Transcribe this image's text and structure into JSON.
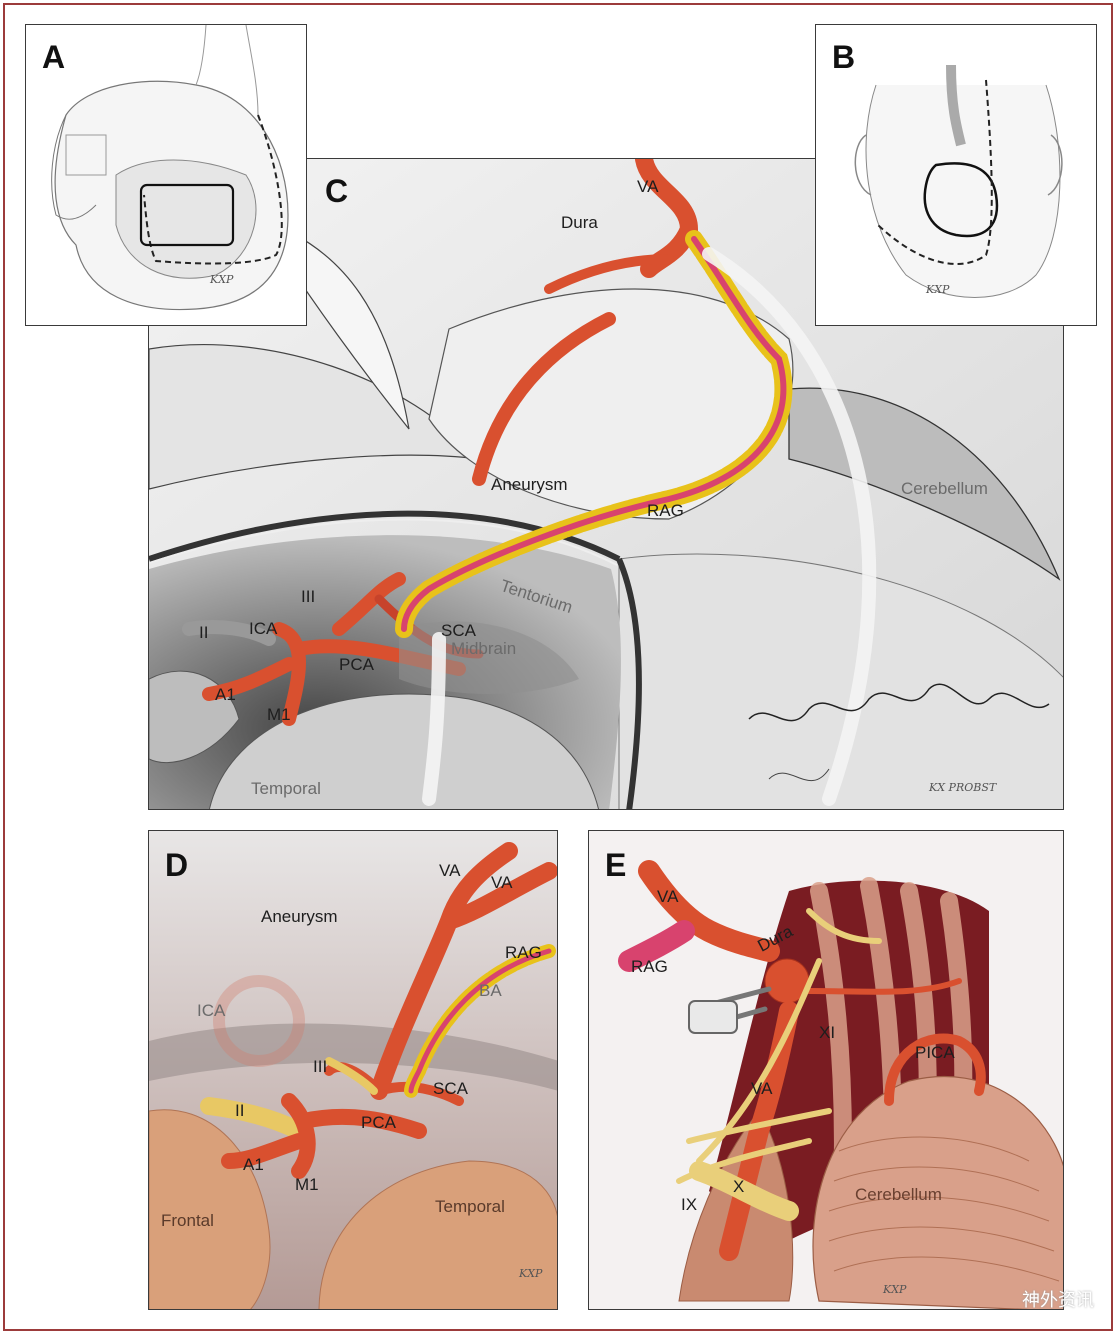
{
  "panels": {
    "a": {
      "letter": "A",
      "signature": "KXP"
    },
    "b": {
      "letter": "B",
      "signature": "KXP"
    },
    "c": {
      "letter": "C",
      "labels": {
        "va": "VA",
        "dura": "Dura",
        "aneurysm": "Aneurysm",
        "rag": "RAG",
        "cerebellum": "Cerebellum",
        "tentorium": "Tentorium",
        "iii": "III",
        "sca": "SCA",
        "ii": "II",
        "ica": "ICA",
        "midbrain": "Midbrain",
        "pca": "PCA",
        "a1": "A1",
        "m1": "M1",
        "temporal": "Temporal"
      },
      "signature": "KX PROBST"
    },
    "d": {
      "letter": "D",
      "labels": {
        "va1": "VA",
        "va2": "VA",
        "aneurysm": "Aneurysm",
        "rag": "RAG",
        "ba": "BA",
        "ica": "ICA",
        "iii": "III",
        "sca": "SCA",
        "ii": "II",
        "pca": "PCA",
        "a1": "A1",
        "m1": "M1",
        "frontal": "Frontal",
        "temporal": "Temporal"
      },
      "signature": "KXP"
    },
    "e": {
      "letter": "E",
      "labels": {
        "va_top": "VA",
        "dura": "Dura",
        "rag": "RAG",
        "xi": "XI",
        "pica": "PICA",
        "va_mid": "VA",
        "ix": "IX",
        "x": "X",
        "cerebellum": "Cerebellum"
      },
      "signature": "KXP"
    }
  },
  "watermark": "神外资讯",
  "colors": {
    "frame": "#9c3b3b",
    "artery": "#d9502f",
    "artery_dark": "#a8311c",
    "graft_fat": "#e8c21a",
    "graft_core": "#d8436e",
    "nerve": "#e9cf7a",
    "muscle": "#c98a70",
    "brain": "#d9a07a"
  }
}
